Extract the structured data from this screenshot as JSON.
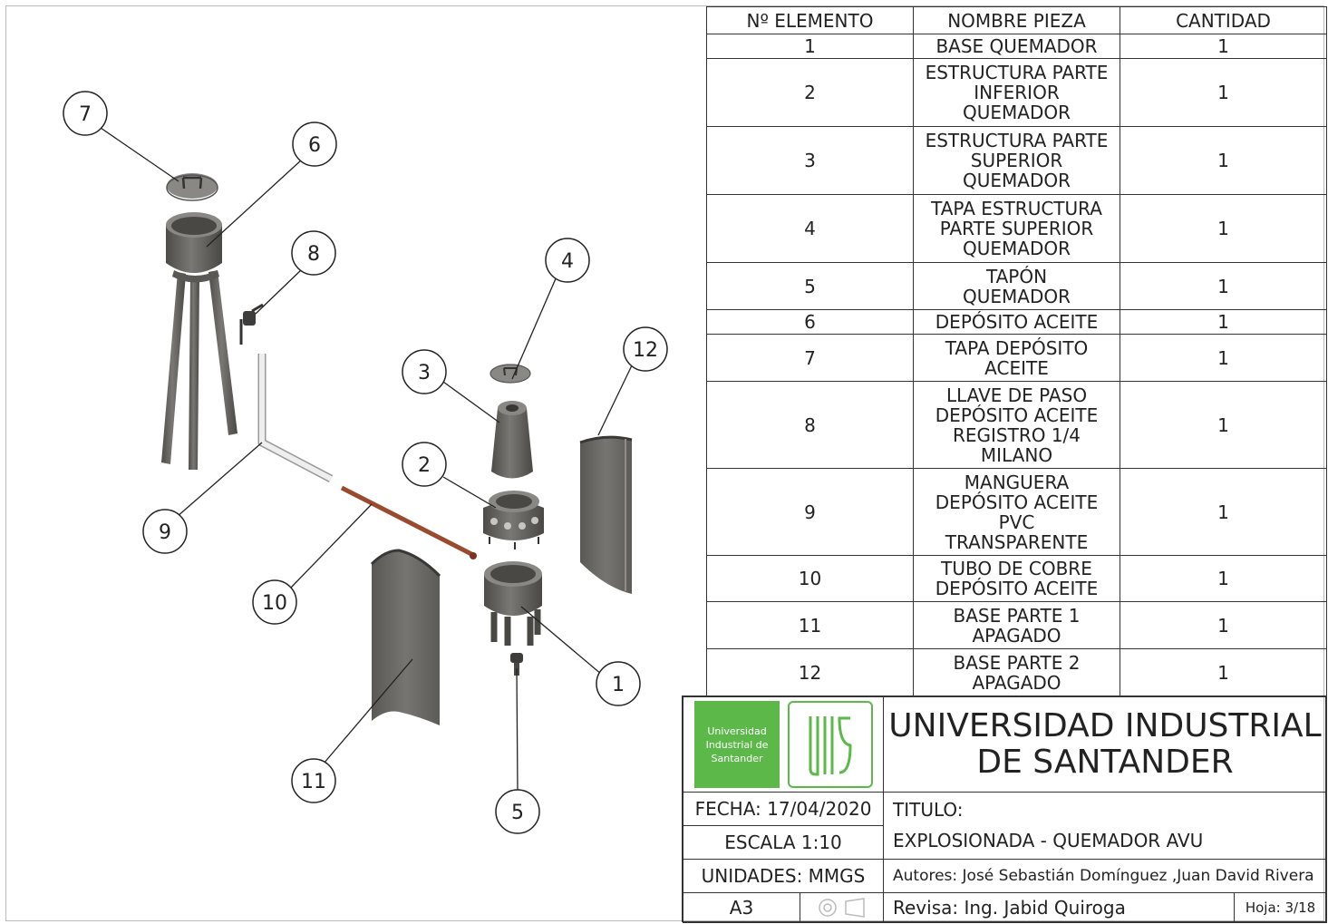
{
  "bom": {
    "headers": [
      "Nº ELEMENTO",
      "NOMBRE PIEZA",
      "CANTIDAD"
    ],
    "rows": [
      {
        "num": "1",
        "name": "BASE QUEMADOR",
        "qty": "1"
      },
      {
        "num": "2",
        "name": "ESTRUCTURA PARTE\nINFERIOR\nQUEMADOR",
        "qty": "1"
      },
      {
        "num": "3",
        "name": "ESTRUCTURA PARTE\nSUPERIOR\nQUEMADOR",
        "qty": "1"
      },
      {
        "num": "4",
        "name": "TAPA ESTRUCTURA\nPARTE SUPERIOR\nQUEMADOR",
        "qty": "1"
      },
      {
        "num": "5",
        "name": "TAPÓN\nQUEMADOR",
        "qty": "1"
      },
      {
        "num": "6",
        "name": "DEPÓSITO ACEITE",
        "qty": "1"
      },
      {
        "num": "7",
        "name": "TAPA DEPÓSITO\nACEITE",
        "qty": "1"
      },
      {
        "num": "8",
        "name": "LLAVE DE PASO\nDEPÓSITO ACEITE\nREGISTRO 1/4\nMILANO",
        "qty": "1"
      },
      {
        "num": "9",
        "name": "MANGUERA\nDEPÓSITO ACEITE\nPVC\nTRANSPARENTE",
        "qty": "1"
      },
      {
        "num": "10",
        "name": "TUBO DE COBRE\nDEPÓSITO ACEITE",
        "qty": "1"
      },
      {
        "num": "11",
        "name": "BASE PARTE 1\nAPAGADO",
        "qty": "1"
      },
      {
        "num": "12",
        "name": "BASE PARTE 2\nAPAGADO",
        "qty": "1"
      }
    ]
  },
  "title_block": {
    "logo_text": "Universidad\nIndustrial de\nSantander",
    "university": "UNIVERSIDAD INDUSTRIAL\nDE SANTANDER",
    "fecha": "FECHA: 17/04/2020",
    "escala": "ESCALA 1:10",
    "unidades": "UNIDADES: MMGS",
    "formato": "A3",
    "titulo_label": "TITULO:",
    "titulo": "EXPLOSIONADA - QUEMADOR AVU",
    "autores": "Autores: José Sebastián Domínguez ,Juan David Rivera",
    "revisa": "Revisa: Ing. Jabid Quiroga",
    "hoja": "Hoja: 3/18"
  },
  "balloons": [
    "1",
    "2",
    "3",
    "4",
    "5",
    "6",
    "7",
    "8",
    "9",
    "10",
    "11",
    "12"
  ],
  "colors": {
    "part": "#6b6966",
    "part_dark": "#4a4845",
    "copper": "#9a4a2e",
    "hose": "#e4e4e4",
    "logo_green": "#5db84a"
  }
}
